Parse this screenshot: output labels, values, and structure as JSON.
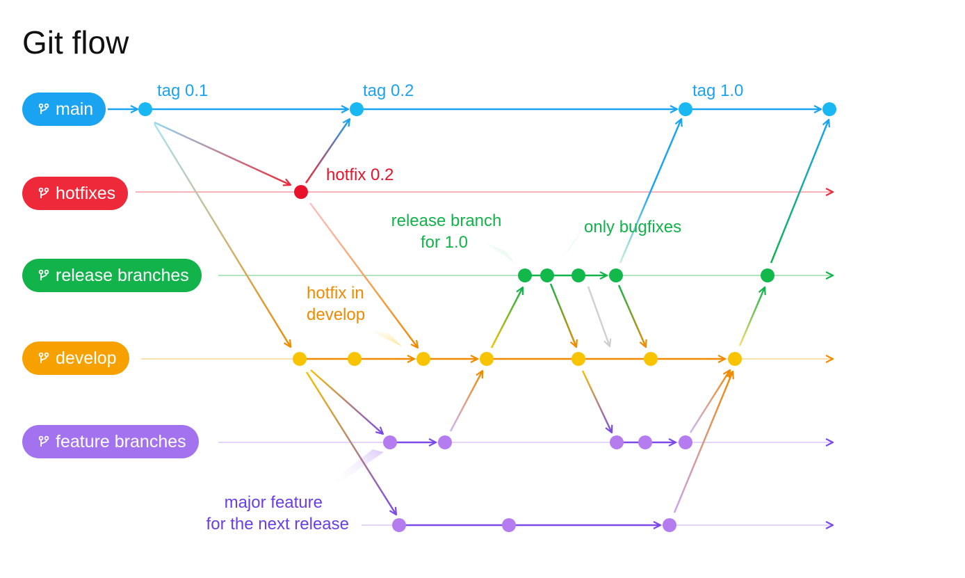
{
  "title": "Git flow",
  "branches": {
    "main": {
      "label": "main",
      "color": "#1aa3f0"
    },
    "hotfixes": {
      "label": "hotfixes",
      "color": "#ee2a3a"
    },
    "release": {
      "label": "release branches",
      "color": "#12b34a"
    },
    "develop": {
      "label": "develop",
      "color": "#f6a100"
    },
    "feature": {
      "label": "feature branches",
      "color": "#a372ee"
    }
  },
  "annotations": {
    "tag01": "tag 0.1",
    "tag02": "tag 0.2",
    "tag10": "tag 1.0",
    "hotfix02": "hotfix 0.2",
    "release_line1": "release branch",
    "release_line2": "for 1.0",
    "only_bugfixes": "only bugfixes",
    "hotfix_dev_line1": "hotfix in",
    "hotfix_dev_line2": "develop",
    "major_line1": "major feature",
    "major_line2": "for the next release"
  },
  "icons": [
    "branch-icon",
    "arrow-icon",
    "commit-dot-icon"
  ]
}
